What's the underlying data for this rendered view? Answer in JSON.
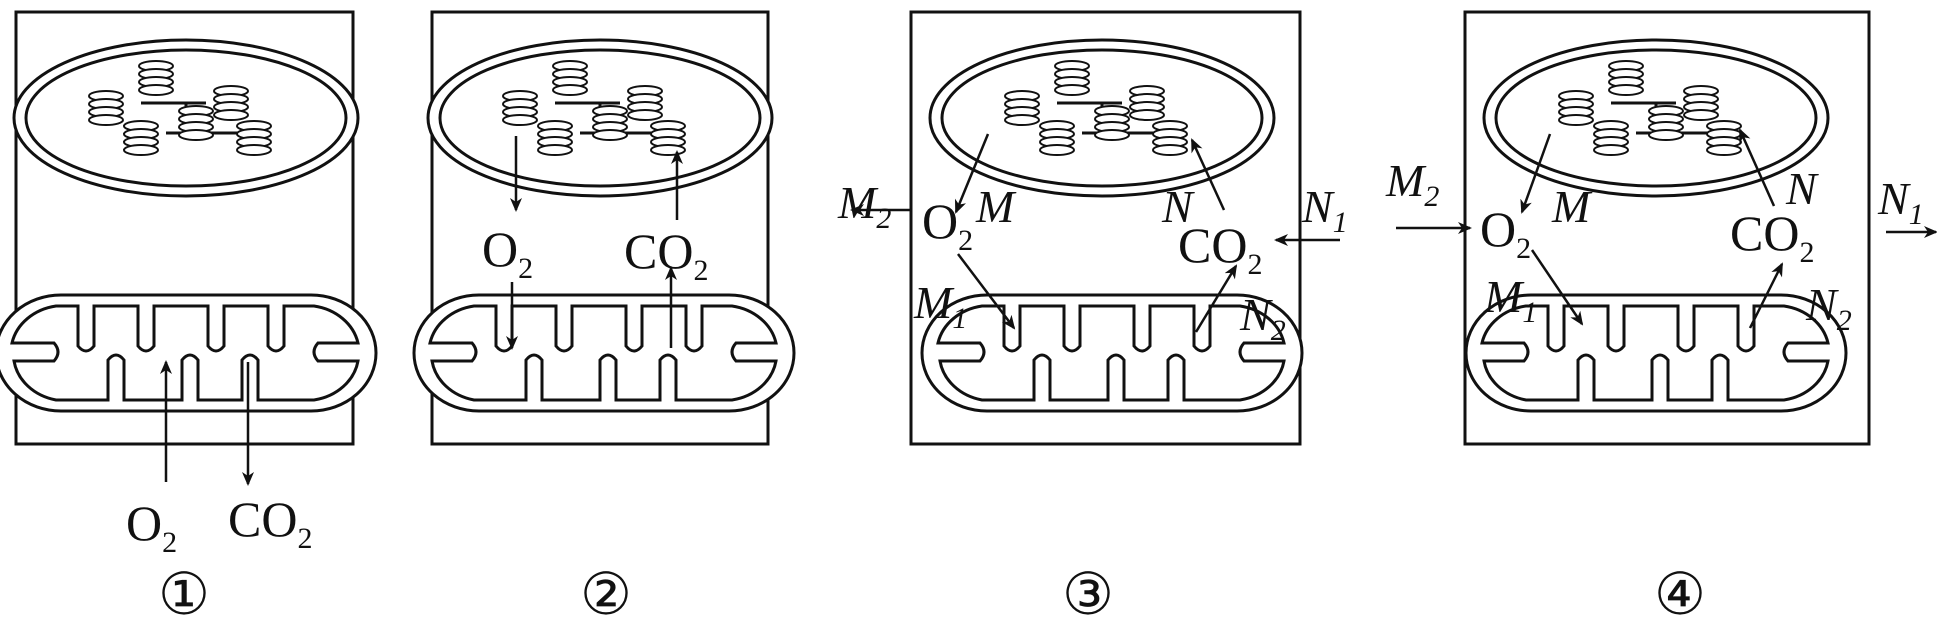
{
  "labels": {
    "o2": "O",
    "co2": "CO",
    "two": "2",
    "one": "1",
    "m": "M",
    "n": "N"
  },
  "panels": [
    {
      "number": "①"
    },
    {
      "number": "②"
    },
    {
      "number": "③"
    },
    {
      "number": "④"
    }
  ],
  "colors": {
    "stroke": "#111111",
    "background": "#ffffff"
  }
}
